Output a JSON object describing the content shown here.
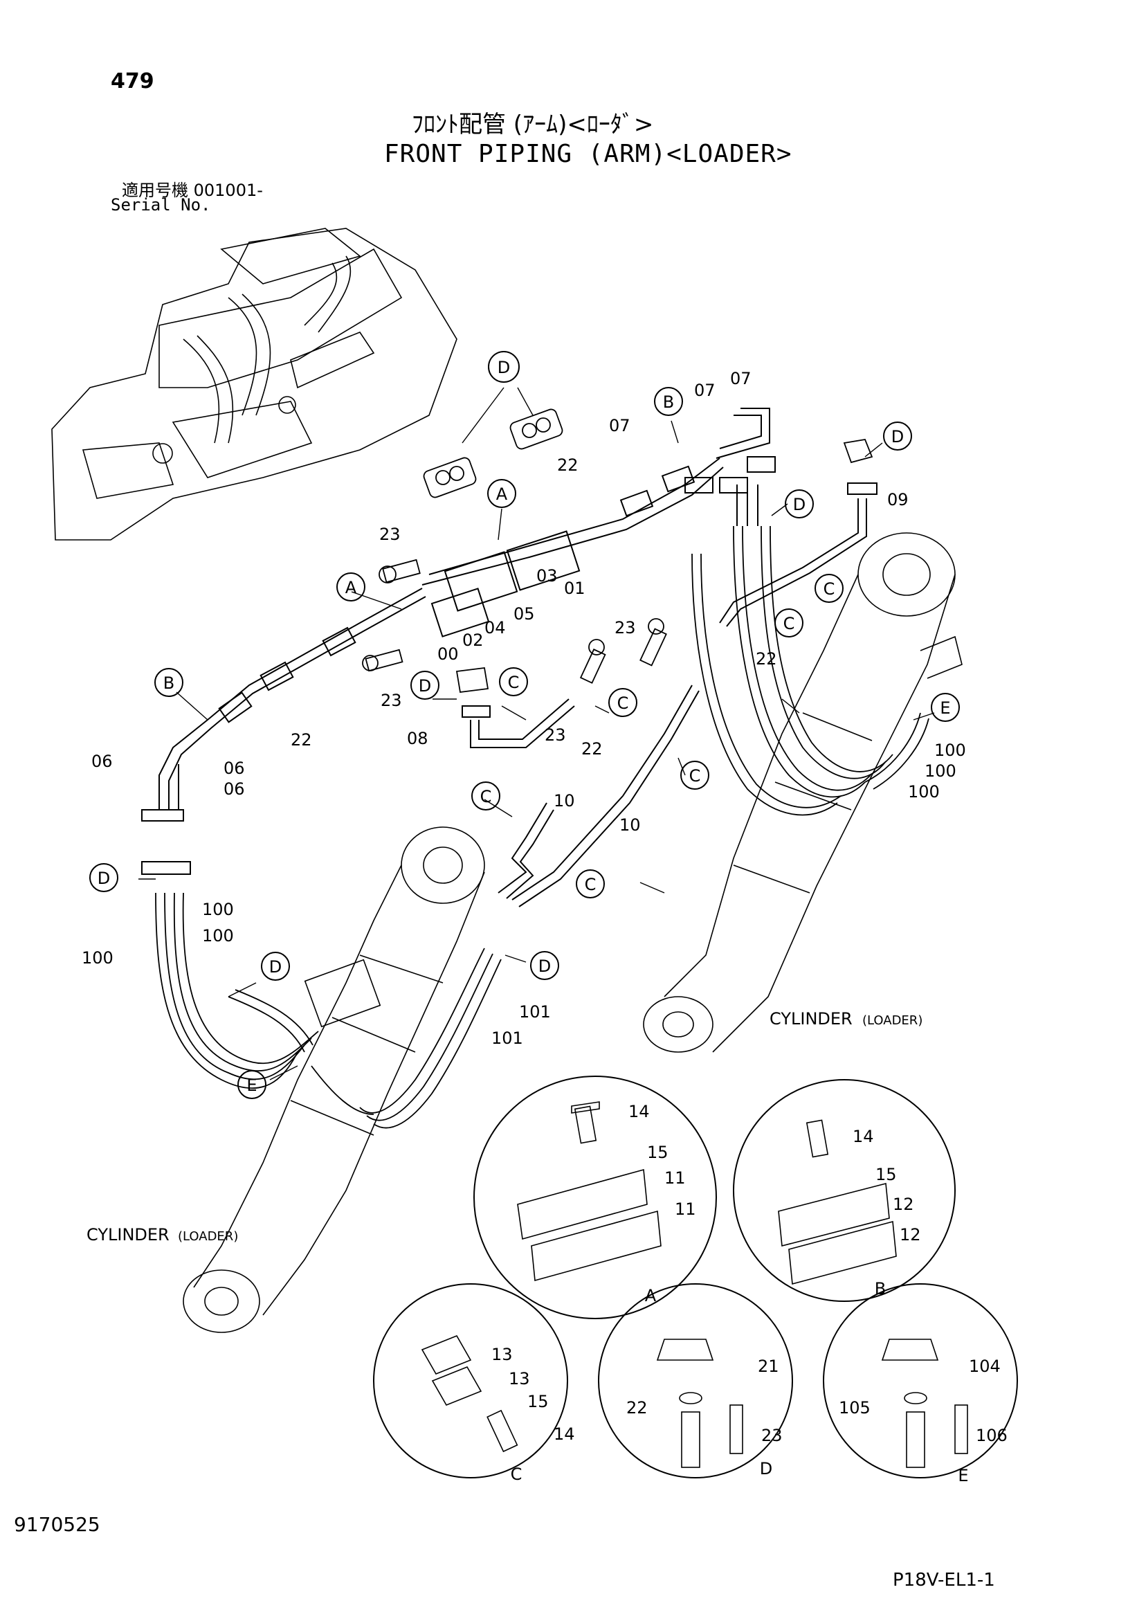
{
  "header": {
    "page_number": "479",
    "title_jp": "ﾌﾛﾝﾄ配管 (ｱｰﾑ)<ﾛｰﾀﾞ>",
    "title_en": "FRONT PIPING (ARM)<LOADER>",
    "serial_label_jp": "適用号機  001001-",
    "serial_label_en": "Serial No."
  },
  "footer": {
    "doc_number": "9170525",
    "model_code": "P18V-EL1-1"
  },
  "callouts": {
    "A": "A",
    "B": "B",
    "C": "C",
    "D": "D",
    "E": "E"
  },
  "parts": {
    "p00": "00",
    "p01": "01",
    "p02": "02",
    "p03": "03",
    "p04": "04",
    "p05": "05",
    "p06": "06",
    "p07": "07",
    "p08": "08",
    "p09": "09",
    "p10": "10",
    "p11": "11",
    "p12": "12",
    "p13": "13",
    "p14": "14",
    "p15": "15",
    "p21": "21",
    "p22": "22",
    "p23": "23",
    "p100": "100",
    "p101": "101",
    "p104": "104",
    "p105": "105",
    "p106": "106"
  },
  "labels": {
    "cylinder_loader": "CYLINDER",
    "cylinder_loader_sub": "(LOADER)"
  }
}
